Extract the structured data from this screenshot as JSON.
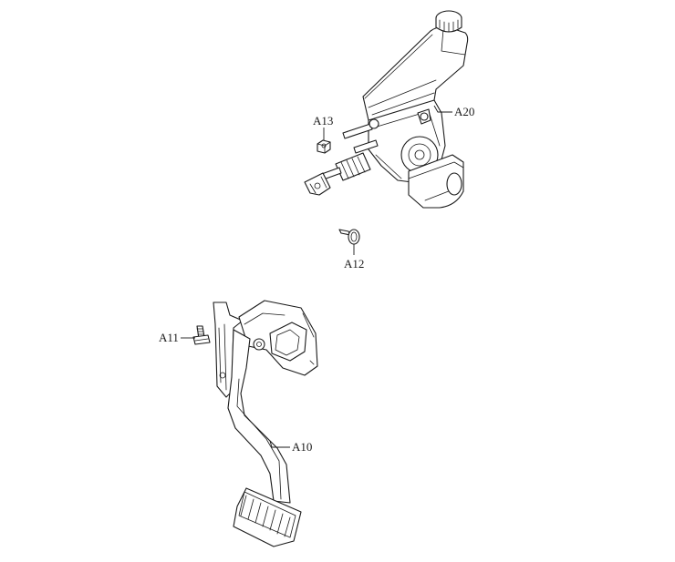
{
  "callouts": {
    "a10": "A10",
    "a11": "A11",
    "a12": "A12",
    "a13": "A13",
    "a20": "A20"
  },
  "colors": {
    "line": "#1a1a1a",
    "background": "#ffffff"
  }
}
